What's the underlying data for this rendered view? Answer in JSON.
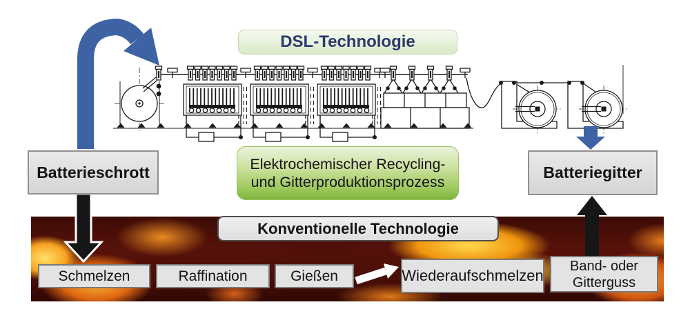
{
  "diagram": {
    "dsl_label": "DSL-Technologie",
    "process_line1": "Elektrochemischer Recycling-",
    "process_line2": "und Gitterproduktionsprozess",
    "input_label": "Batterieschrott",
    "output_label": "Batteriegitter",
    "conventional_title": "Konventionelle Technologie",
    "steps": [
      "Schmelzen",
      "Raffination",
      "Gießen",
      "Wiederaufschmelzen"
    ],
    "cast_line1": "Band- oder",
    "cast_line2": "Gitterguss"
  },
  "colors": {
    "accent_blue": "#3e63a5",
    "green_top": "#e9f3da",
    "green_bottom": "#7fb53c",
    "gray_box": "#e3e3e3",
    "line_art": "#1a1a1a"
  }
}
